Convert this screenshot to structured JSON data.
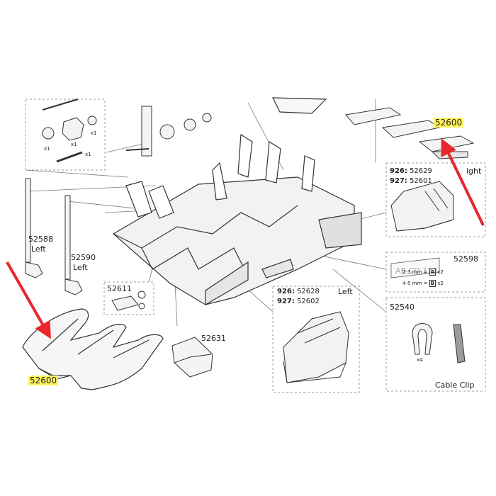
{
  "highlight_color": "#fff35c",
  "arrow_color": "#e8262b",
  "parts": {
    "tray_main": "52600",
    "tray_top": "52600",
    "rod_left": {
      "number": "52588",
      "side": "Left"
    },
    "rod_right": {
      "number": "52590",
      "side": "Left"
    },
    "clip": "52611",
    "cover": "52631",
    "tail_light_left": {
      "models": [
        {
          "model": "926",
          "number": "52628"
        },
        {
          "model": "927",
          "number": "52602"
        }
      ],
      "side": "Left"
    },
    "tail_light_right": {
      "models": [
        {
          "model": "926",
          "number": "52629"
        },
        {
          "model": "927",
          "number": "52601"
        }
      ],
      "side": "ight"
    },
    "plate_kit": {
      "number": "52598",
      "rows": [
        {
          "size": "2-3 mm =",
          "letter": "A",
          "qty": "x2"
        },
        {
          "size": "4-5 mm =",
          "letter": "B",
          "qty": "x2"
        }
      ]
    },
    "cable_clip": {
      "number": "52540",
      "caption": "Cable Clip",
      "qty": "x4"
    }
  },
  "hardware_qty": {
    "nut": "x1",
    "knob": "x1",
    "washer": "x1",
    "bolt": "x1"
  }
}
